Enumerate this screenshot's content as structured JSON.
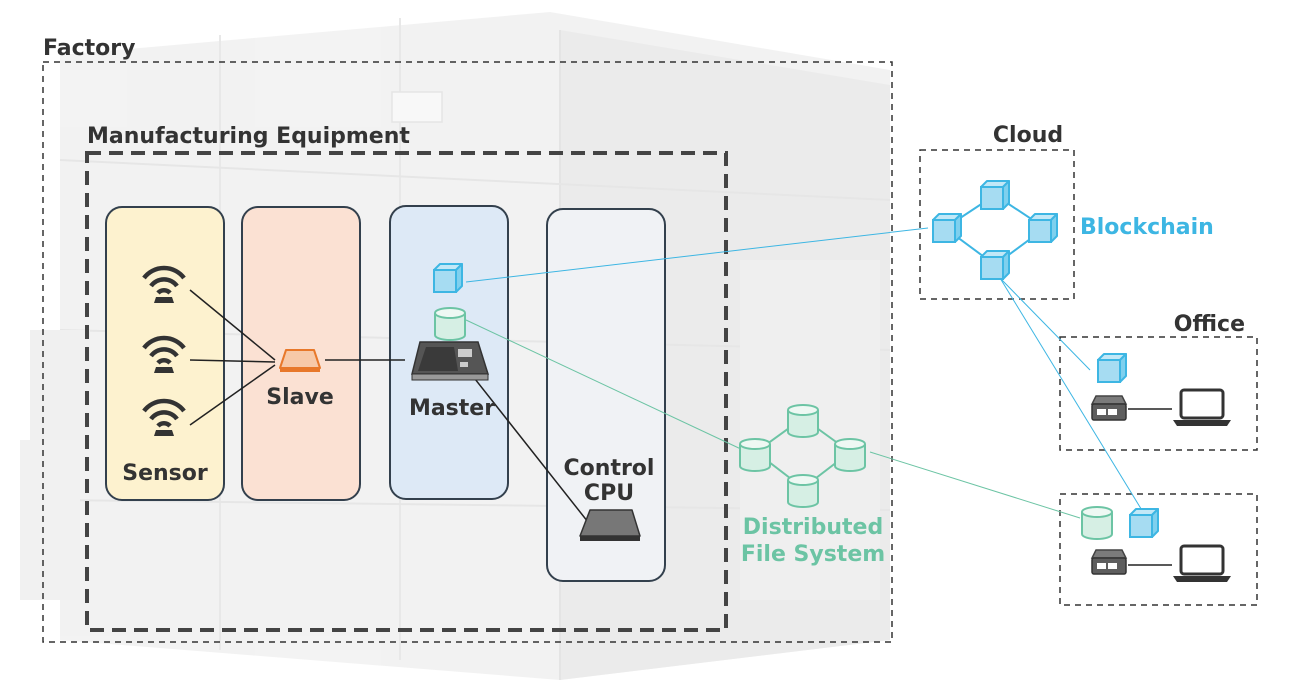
{
  "labels": {
    "factory": "Factory",
    "equipment": "Manufacturing Equipment",
    "cloud": "Cloud",
    "office": "Office",
    "blockchain": "Blockchain",
    "dfs_line1": "Distributed",
    "dfs_line2": "File System",
    "sensor": "Sensor",
    "slave": "Slave",
    "master": "Master",
    "control_line1": "Control",
    "control_line2": "CPU"
  },
  "colors": {
    "blockchain": "#3db6e3",
    "dfs": "#6cc4a4",
    "sensor_fill": "#fdf2cf",
    "slave_fill": "#fbe1d3",
    "master_fill": "#dde9f6",
    "control_fill": "#f0f2f5",
    "slave_chip": "#e8782a",
    "border": "#33404d",
    "dashed": "#333333"
  },
  "icons": {
    "sensor": "wifi-sensor-icon",
    "slave": "chip-icon",
    "master": "controller-board-icon",
    "cpu": "cpu-chip-icon",
    "block": "cube-icon",
    "storage": "database-icon",
    "gateway": "gateway-device-icon",
    "computer": "laptop-icon"
  }
}
